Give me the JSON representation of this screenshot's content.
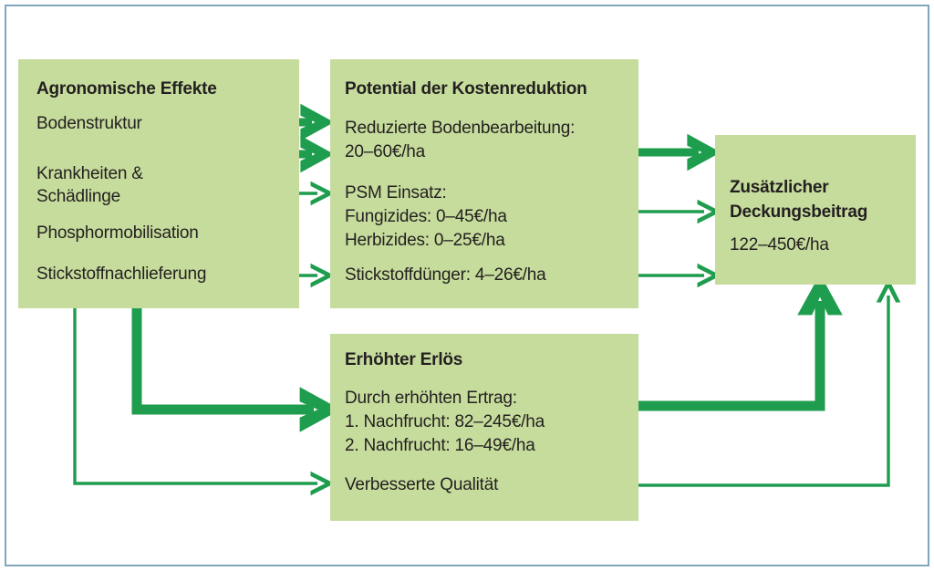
{
  "diagram": {
    "colors": {
      "box_fill": "#c6dc9c",
      "arrow": "#1f9d4e",
      "text": "#231f20",
      "frame_border": "#7fa8bd"
    },
    "boxes": {
      "agronomic": {
        "title": "Agronomische Effekte",
        "items": [
          "Bodenstruktur",
          "Krankheiten &\nSchädlinge",
          "Phosphormobilisation",
          "Stickstoffnachlieferung"
        ]
      },
      "cost_reduction": {
        "title": "Potential der Kostenreduktion",
        "groups": [
          "Reduzierte Bodenbearbeitung:\n20–60€/ha",
          "PSM Einsatz:\nFungizides: 0–45€/ha\nHerbizides: 0–25€/ha",
          "Stickstoffdünger: 4–26€/ha"
        ]
      },
      "revenue": {
        "title": "Erhöhter Erlös",
        "groups": [
          "Durch erhöhten Ertrag:\n1. Nachfrucht: 82–245€/ha\n2. Nachfrucht: 16–49€/ha",
          "Verbesserte Qualität"
        ]
      },
      "margin": {
        "title": "Zusätzlicher\nDeckungsbeitrag",
        "value": "122–450€/ha"
      }
    },
    "connections": [
      {
        "name": "bodenstruktur-to-bodenbearbeitung",
        "weight": "thick"
      },
      {
        "name": "krankheiten-to-bodenbearbeitung",
        "weight": "thick"
      },
      {
        "name": "schaedlinge-to-psm",
        "weight": "thin"
      },
      {
        "name": "stickstoffnachlieferung-to-stickstoffduenger",
        "weight": "thin"
      },
      {
        "name": "bodenbearbeitung-to-deckungsbeitrag",
        "weight": "thick"
      },
      {
        "name": "psm-to-deckungsbeitrag",
        "weight": "thin"
      },
      {
        "name": "stickstoffduenger-to-deckungsbeitrag",
        "weight": "thin"
      },
      {
        "name": "agronomic-to-ertrag",
        "weight": "thick"
      },
      {
        "name": "agronomic-to-qualitaet",
        "weight": "thin"
      },
      {
        "name": "ertrag-to-deckungsbeitrag",
        "weight": "thick"
      },
      {
        "name": "qualitaet-to-deckungsbeitrag",
        "weight": "thin"
      }
    ]
  }
}
